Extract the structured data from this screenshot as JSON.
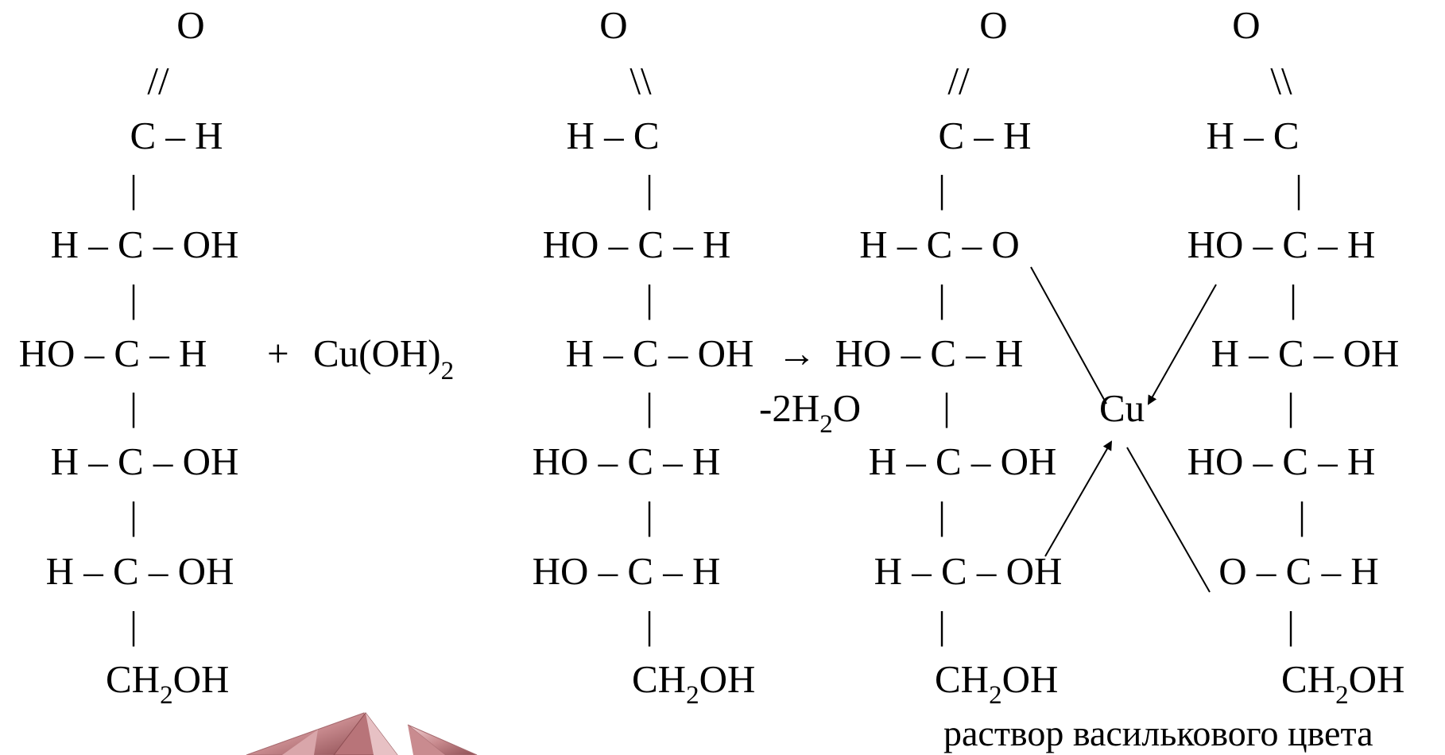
{
  "reactant": {
    "rows": [
      "O",
      "//",
      "C – H",
      "|",
      "H – C – OH",
      "|",
      "HO – C – H",
      "|",
      "H – C – OH",
      "|",
      "H – C – OH",
      "|",
      "CH"
    ],
    "tail_sub": "2",
    "tail_end": "OH"
  },
  "reagent": {
    "plus": "+",
    "formula": "Cu(OH)",
    "sub": "2"
  },
  "arrow": {
    "symbol": "→",
    "cond_lead": "-2H",
    "cond_sub": "2",
    "cond_end": "O"
  },
  "complex_left": {
    "rows": [
      "O",
      "\\\\",
      "H –  C",
      "|",
      "HO – C – H",
      "|",
      "H –  C – OH",
      "|",
      "HO – C – H",
      "|",
      "HO – C – H",
      "|",
      "CH"
    ],
    "tail_sub": "2",
    "tail_end": "OH"
  },
  "complex_mid": {
    "rows": [
      "O",
      "//",
      "C – H",
      "|",
      "H – C – O",
      "|",
      "HO – C – H",
      "|",
      "H – C – OH",
      "|",
      "H – C – OH",
      "|",
      "CH"
    ],
    "tail_sub": "2",
    "tail_end": "OH"
  },
  "complex_right": {
    "rows": [
      "O",
      "\\\\",
      "H –  C",
      "|",
      "HO – C – H",
      "|",
      "H – C – OH",
      "|",
      "HO – C – H",
      "|",
      "O – C – H",
      "|",
      "CH"
    ],
    "tail_sub": "2",
    "tail_end": "OH"
  },
  "metal": "Cu",
  "caption": "раствор василькового цвета",
  "colors": {
    "text": "#000000",
    "decor": "#c98b8f"
  }
}
